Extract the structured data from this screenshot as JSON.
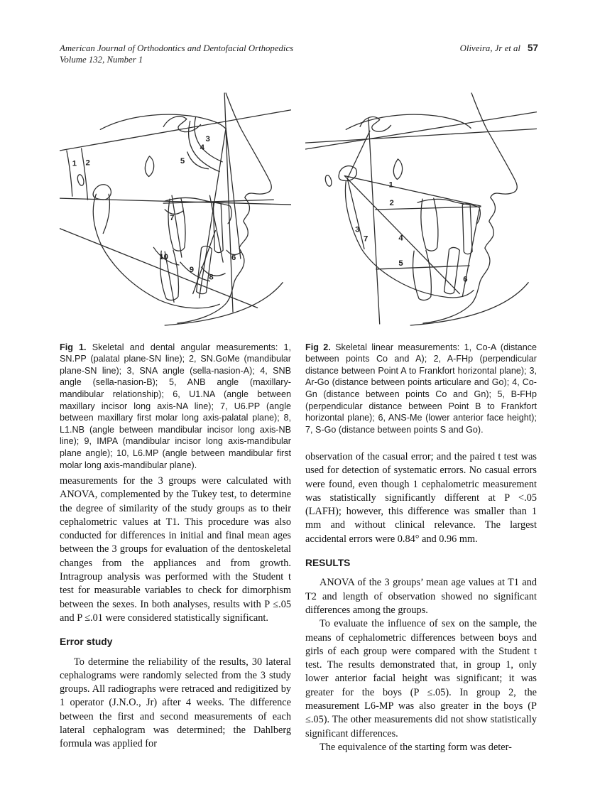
{
  "header": {
    "journal_line1": "American Journal of Orthodontics and Dentofacial Orthopedics",
    "journal_line2": "Volume 132, Number 1",
    "authors": "Oliveira, Jr et al",
    "page_number": "57"
  },
  "figures": {
    "fig1": {
      "label": "Fig 1.",
      "caption": "Skeletal and dental angular measurements: 1, SN.PP (palatal plane-SN line); 2, SN.GoMe (mandibular plane-SN line); 3, SNA angle (sella-nasion-A); 4, SNB angle (sella-nasion-B); 5, ANB angle (maxillary-mandibular relationship); 6, U1.NA (angle between maxillary incisor long axis-NA line); 7, U6.PP (angle between maxillary first molar long axis-palatal plane); 8, L1.NB (angle between mandibular incisor long axis-NB line); 9, IMPA (mandibular incisor long axis-mandibular plane angle); 10, L6.MP (angle between mandibular first molar long axis-mandibular plane).",
      "labels": [
        "1",
        "2",
        "3",
        "4",
        "5",
        "6",
        "7",
        "8",
        "9",
        "10"
      ]
    },
    "fig2": {
      "label": "Fig 2.",
      "caption": "Skeletal linear measurements: 1, Co-A (distance between points Co and A); 2, A-FHp (perpendicular distance between Point A to Frankfort horizontal plane); 3, Ar-Go (distance between points articulare and Go); 4, Co-Gn (distance between points Co and Gn); 5, B-FHp (perpendicular distance between Point B to Frankfort horizontal plane); 6, ANS-Me (lower anterior face height); 7, S-Go (distance between points S and Go).",
      "labels": [
        "1",
        "2",
        "3",
        "4",
        "5",
        "6",
        "7"
      ]
    }
  },
  "body": {
    "left": {
      "paragraph1": "measurements for the 3 groups were calculated with ANOVA, complemented by the Tukey test, to determine the degree of similarity of the study groups as to their cephalometric values at T1. This procedure was also conducted for differences in initial and final mean ages between the 3 groups for evaluation of the dentoskeletal changes from the appliances and from growth. Intragroup analysis was performed with the Student t test for measurable variables to check for dimorphism between the sexes. In both analyses, results with P ≤.05 and P ≤.01 were considered statistically significant.",
      "heading": "Error study",
      "paragraph2": "To determine the reliability of the results, 30 lateral cephalograms were randomly selected from the 3 study groups. All radiographs were retraced and redigitized by 1 operator (J.N.O., Jr) after 4 weeks. The difference between the first and second measurements of each lateral cephalogram was determined; the Dahlberg formula was applied for"
    },
    "right": {
      "paragraph1": "observation of the casual error; and the paired t test was used for detection of systematic errors. No casual errors were found, even though 1 cephalometric measurement was statistically significantly different at P <.05 (LAFH); however, this difference was smaller than 1 mm and without clinical relevance. The largest accidental errors were 0.84° and 0.96 mm.",
      "heading": "RESULTS",
      "paragraph2": "ANOVA of the 3 groups’ mean age values at T1 and T2 and length of observation showed no significant differences among the groups.",
      "paragraph3": "To evaluate the influence of sex on the sample, the means of cephalometric differences between boys and girls of each group were compared with the Student t test. The results demonstrated that, in group 1, only lower anterior facial height was significant; it was greater for the boys (P ≤.05). In group 2, the measurement L6-MP was also greater in the boys (P ≤.05). The other measurements did not show statistically significant differences.",
      "paragraph4": "The equivalence of the starting form was deter-"
    }
  }
}
